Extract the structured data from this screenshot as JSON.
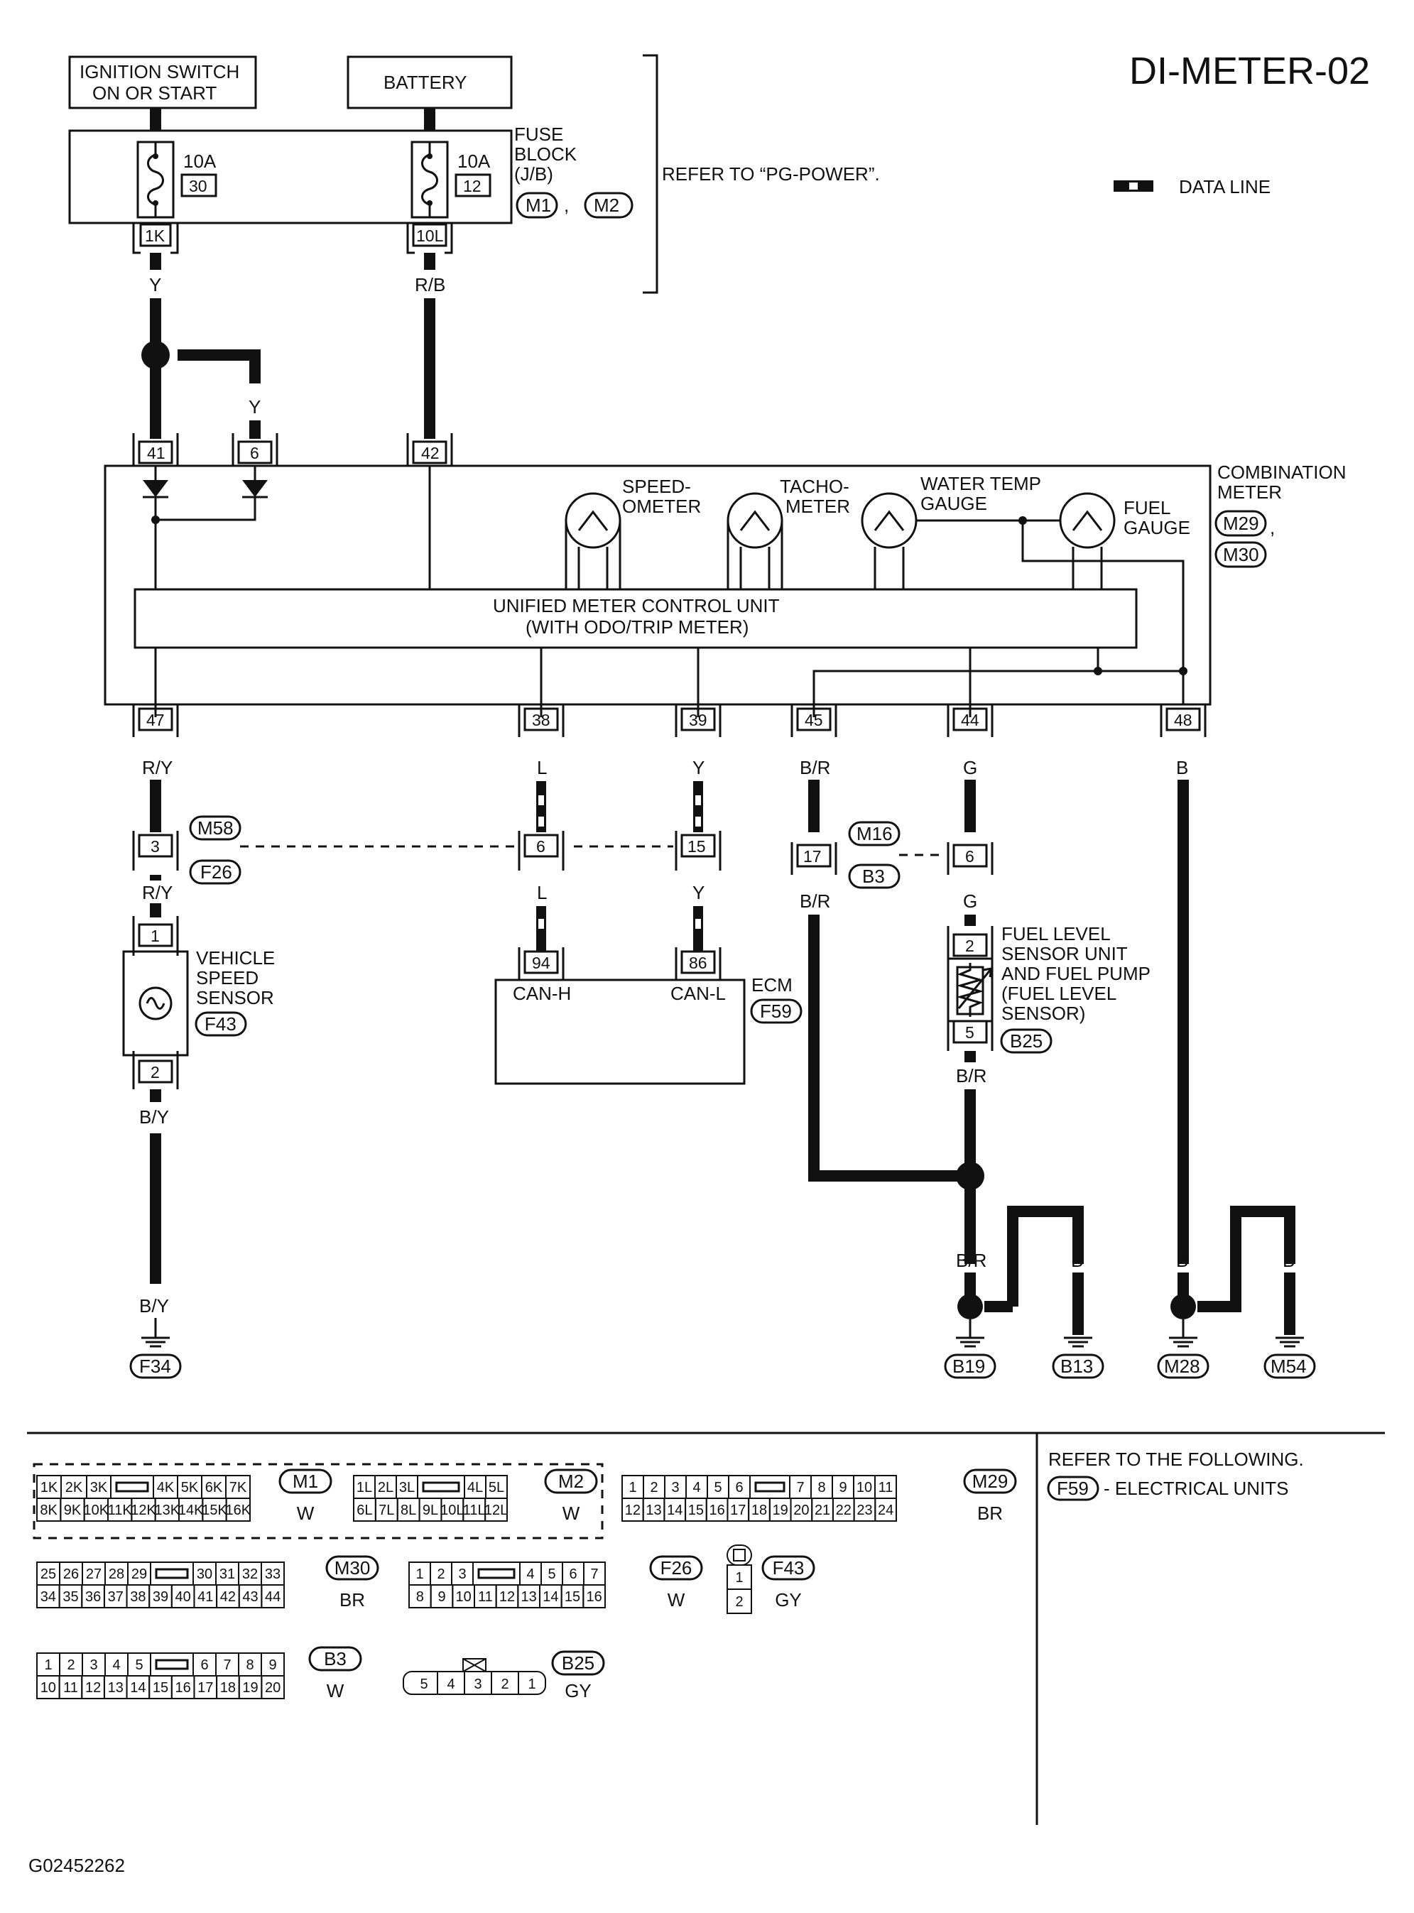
{
  "diagram_id": "DI-METER-02",
  "figure_code": "G02452262",
  "legend": {
    "data_line": "DATA LINE"
  },
  "refer_pg": "REFER TO “PG-POWER”.",
  "sources": {
    "ignition": [
      "IGNITION SWITCH",
      "ON OR START"
    ],
    "battery": "BATTERY"
  },
  "fuse_block": {
    "label": [
      "FUSE",
      "BLOCK",
      "(J/B)"
    ],
    "conn_a": "M1",
    "conn_sep": ",",
    "conn_b": "M2",
    "fuse1": {
      "amp": "10A",
      "num": "30",
      "pin": "1K"
    },
    "fuse2": {
      "amp": "10A",
      "num": "12",
      "pin": "10L"
    }
  },
  "wires": {
    "y": "Y",
    "rb": "R/B",
    "ry": "R/Y",
    "l": "L",
    "br": "B/R",
    "g": "G",
    "b": "B",
    "by": "B/Y"
  },
  "combination_meter": {
    "label": [
      "COMBINATION",
      "METER"
    ],
    "conn_a": "M29",
    "conn_b": "M30",
    "comma": ",",
    "unit_line1": "UNIFIED METER CONTROL UNIT",
    "unit_line2": "(WITH ODO/TRIP METER)",
    "gauges": {
      "speed": [
        "SPEED-",
        "OMETER"
      ],
      "tacho": [
        "TACHO-",
        "METER"
      ],
      "water": [
        "WATER TEMP",
        "GAUGE"
      ],
      "fuel": [
        "FUEL",
        "GAUGE"
      ]
    },
    "top_pins": [
      "41",
      "6",
      "42"
    ],
    "bottom_pins": [
      "47",
      "38",
      "39",
      "45",
      "44",
      "48"
    ]
  },
  "joint_connectors": {
    "m58": "M58",
    "f26": "F26",
    "m16": "M16",
    "b3": "B3",
    "pin_3": "3",
    "pin_6a": "6",
    "pin_15": "15",
    "pin_17": "17",
    "pin_6b": "6"
  },
  "vehicle_speed_sensor": {
    "label": [
      "VEHICLE",
      "SPEED",
      "SENSOR"
    ],
    "conn": "F43",
    "pin_top": "1",
    "pin_bot": "2"
  },
  "ecm": {
    "label": "ECM",
    "conn": "F59",
    "pin_a": "94",
    "pin_b": "86",
    "can_h": "CAN-H",
    "can_l": "CAN-L"
  },
  "fuel_sensor": {
    "label": [
      "FUEL LEVEL",
      "SENSOR UNIT",
      "AND FUEL PUMP",
      "(FUEL LEVEL",
      "SENSOR)"
    ],
    "conn": "B25",
    "pin_top": "2",
    "pin_bot": "5"
  },
  "grounds": [
    "F34",
    "B19",
    "B13",
    "M28",
    "M54"
  ],
  "refer_following": {
    "line1": "REFER TO THE FOLLOWING.",
    "conn": "F59",
    "line2": "- ELECTRICAL UNITS"
  },
  "connector_views": {
    "m1": {
      "id": "M1",
      "color": "W",
      "row1": [
        "1K",
        "2K",
        "3K",
        "",
        "4K",
        "5K",
        "6K",
        "7K"
      ],
      "row2": [
        "8K",
        "9K",
        "10K",
        "11K",
        "12K",
        "13K",
        "14K",
        "15K",
        "16K"
      ]
    },
    "m2": {
      "id": "M2",
      "color": "W",
      "row1": [
        "1L",
        "2L",
        "3L",
        "",
        "4L",
        "5L"
      ],
      "row2": [
        "6L",
        "7L",
        "8L",
        "9L",
        "10L",
        "11L",
        "12L"
      ]
    },
    "m29": {
      "id": "M29",
      "color": "BR",
      "row1": [
        "1",
        "2",
        "3",
        "4",
        "5",
        "6",
        "",
        "7",
        "8",
        "9",
        "10",
        "11"
      ],
      "row2": [
        "12",
        "13",
        "14",
        "15",
        "16",
        "17",
        "18",
        "19",
        "20",
        "21",
        "22",
        "23",
        "24"
      ]
    },
    "m30": {
      "id": "M30",
      "color": "BR",
      "row1": [
        "25",
        "26",
        "27",
        "28",
        "29",
        "",
        "30",
        "31",
        "32",
        "33"
      ],
      "row2": [
        "34",
        "35",
        "36",
        "37",
        "38",
        "39",
        "40",
        "41",
        "42",
        "43",
        "44"
      ]
    },
    "f26": {
      "id": "F26",
      "color": "W",
      "row1": [
        "1",
        "2",
        "3",
        "",
        "4",
        "5",
        "6",
        "7"
      ],
      "row2": [
        "8",
        "9",
        "10",
        "11",
        "12",
        "13",
        "14",
        "15",
        "16"
      ]
    },
    "f43": {
      "id": "F43",
      "color": "GY",
      "row1": [
        "1"
      ],
      "row2": [
        "2"
      ]
    },
    "b3": {
      "id": "B3",
      "color": "W",
      "row1": [
        "1",
        "2",
        "3",
        "4",
        "5",
        "",
        "6",
        "7",
        "8",
        "9"
      ],
      "row2": [
        "10",
        "11",
        "12",
        "13",
        "14",
        "15",
        "16",
        "17",
        "18",
        "19",
        "20"
      ]
    },
    "b25": {
      "id": "B25",
      "color": "GY",
      "row1": [
        "5",
        "4",
        "3",
        "2",
        "1"
      ]
    }
  }
}
